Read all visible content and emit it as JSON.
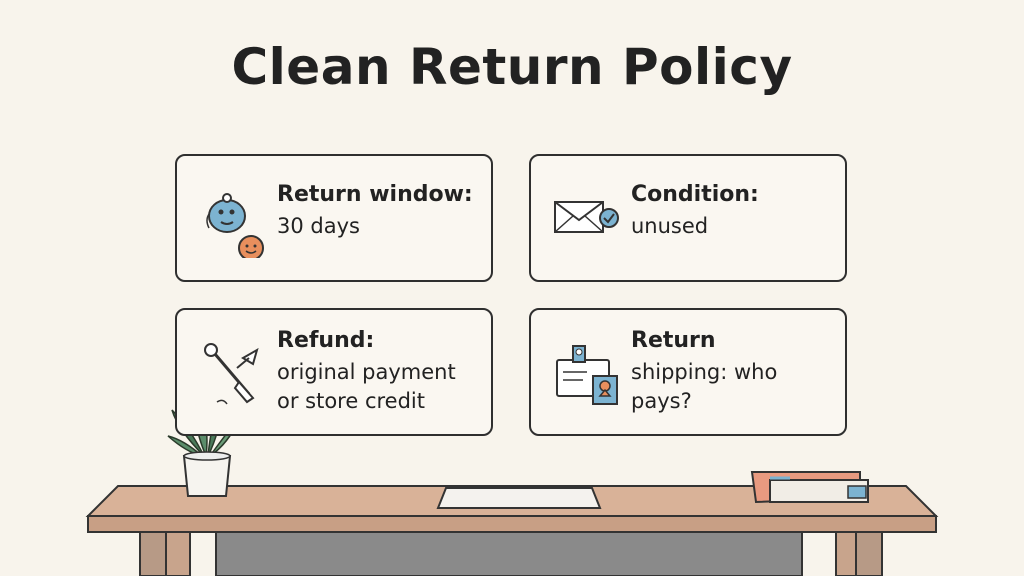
{
  "title": "Clean Return Policy",
  "cards": [
    {
      "label": "Return window:",
      "value": "30 days",
      "icon": "timer-icon"
    },
    {
      "label": "Condition:",
      "value": "unused",
      "icon": "envelope-check-icon"
    },
    {
      "label": "Refund:",
      "value": "original payment or store credit",
      "icon": "payment-tool-icon"
    },
    {
      "label": "Return",
      "value": "shipping: who pays?",
      "icon": "shipping-label-icon"
    }
  ],
  "colors": {
    "background": "#f8f4ec",
    "text": "#222222",
    "border": "#2f2f2f",
    "desk_top": "#d6ad92",
    "accent_blue": "#7cb3d1",
    "accent_orange": "#e88f5d"
  }
}
